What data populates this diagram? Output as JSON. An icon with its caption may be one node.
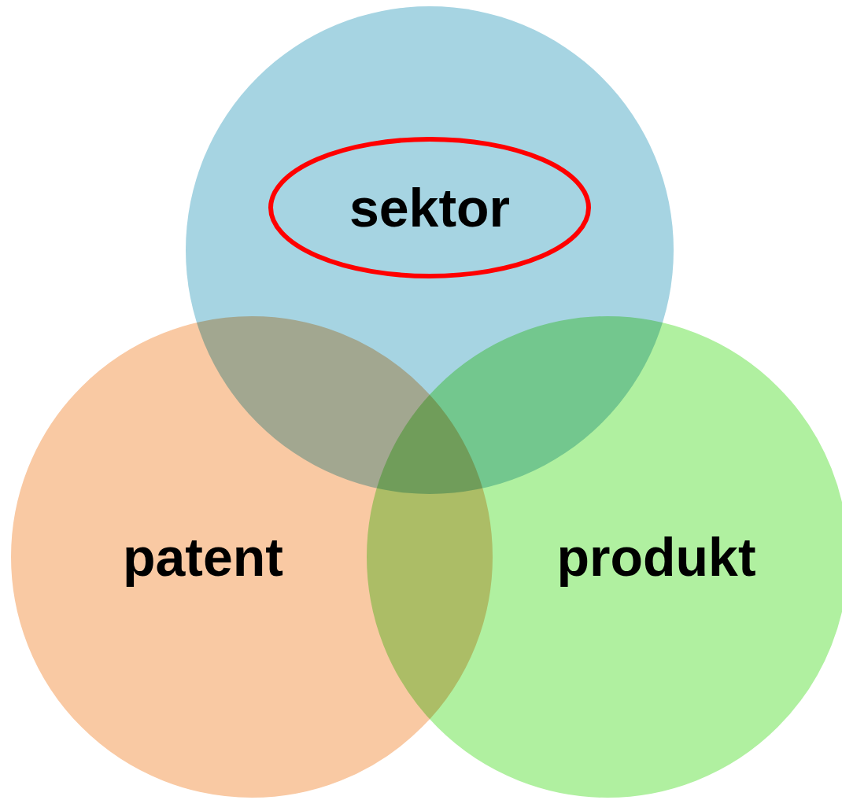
{
  "diagram": {
    "nodes": [
      {
        "text": [],
        "shape": "circle"
      },
      {
        "text": [
          "sektor"
        ],
        "in": 0
      },
      {
        "text": [
          "patent"
        ]
      },
      {
        "text": [
          "produkt"
        ]
      }
    ]
  }
}
